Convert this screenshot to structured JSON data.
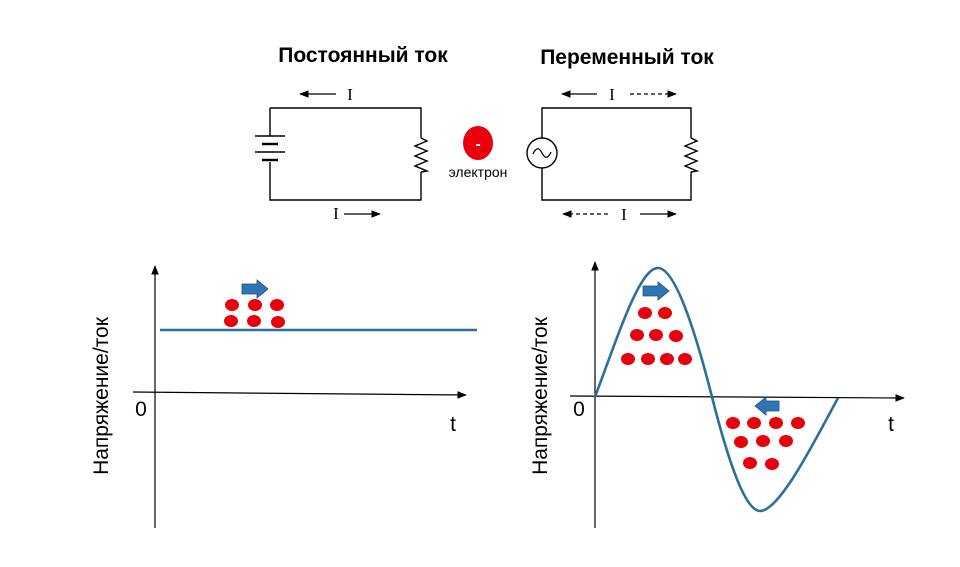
{
  "dc": {
    "title": "Постоянный ток",
    "current_top": "I",
    "current_bottom": "I",
    "graph": {
      "ylabel": "Напряжение/ток",
      "xlabel": "t",
      "origin": "0"
    }
  },
  "ac": {
    "title": "Переменный ток",
    "current_top": "I",
    "current_bottom": "I",
    "graph": {
      "ylabel": "Напряжение/ток",
      "xlabel": "t",
      "origin": "0"
    }
  },
  "electron": {
    "symbol": "-",
    "label": "электрон"
  },
  "colors": {
    "wave": "#2e6e99",
    "electron": "#e8000c",
    "arrow": "#2e75b6"
  },
  "icons": [
    "battery-icon",
    "resistor-icon",
    "ac-source-icon",
    "flow-arrow-icon"
  ]
}
